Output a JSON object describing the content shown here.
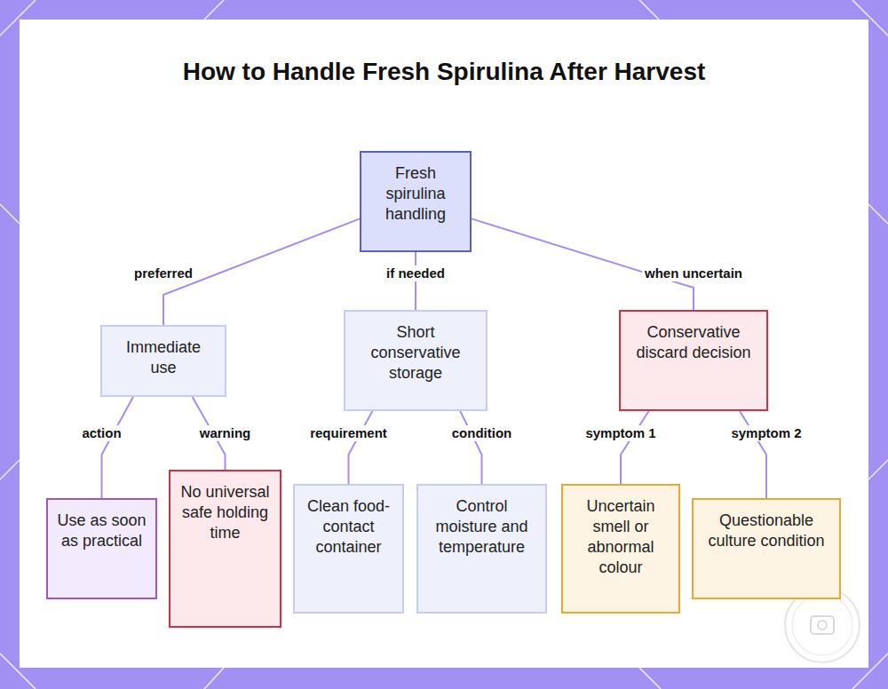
{
  "diagram": {
    "title": "How to Handle Fresh Spirulina After Harvest",
    "nodes": [
      {
        "text": [
          "Fresh spirulina handling"
        ]
      },
      {
        "text": [
          "Immediate use"
        ]
      },
      {
        "text": [
          "Short conservative storage"
        ]
      },
      {
        "text": [
          "Conservative discard decision"
        ]
      },
      {
        "text": [
          "Use as soon as practical"
        ]
      },
      {
        "text": [
          "No universal safe holding time"
        ]
      },
      {
        "text": [
          "Clean food-contact container"
        ]
      },
      {
        "text": [
          "Control moisture and temperature"
        ]
      },
      {
        "text": [
          "Uncertain smell or abnormal colour"
        ]
      },
      {
        "text": [
          "Questionable culture condition"
        ]
      }
    ],
    "edges": [
      {
        "from": 0,
        "to": 1,
        "label": "preferred",
        "arrow": "none"
      },
      {
        "from": 0,
        "to": 2,
        "label": "if needed",
        "arrow": "none"
      },
      {
        "from": 0,
        "to": 3,
        "label": "when uncertain",
        "arrow": "none"
      },
      {
        "from": 1,
        "to": 4,
        "label": "action",
        "arrow": "none"
      },
      {
        "from": 1,
        "to": 5,
        "label": "warning",
        "arrow": "none"
      },
      {
        "from": 2,
        "to": 6,
        "label": "requirement",
        "arrow": "none"
      },
      {
        "from": 2,
        "to": 7,
        "label": "condition",
        "arrow": "none"
      },
      {
        "from": 3,
        "to": 8,
        "label": "symptom 1",
        "arrow": "none"
      },
      {
        "from": 3,
        "to": 9,
        "label": "symptom 2",
        "arrow": "none"
      }
    ]
  }
}
